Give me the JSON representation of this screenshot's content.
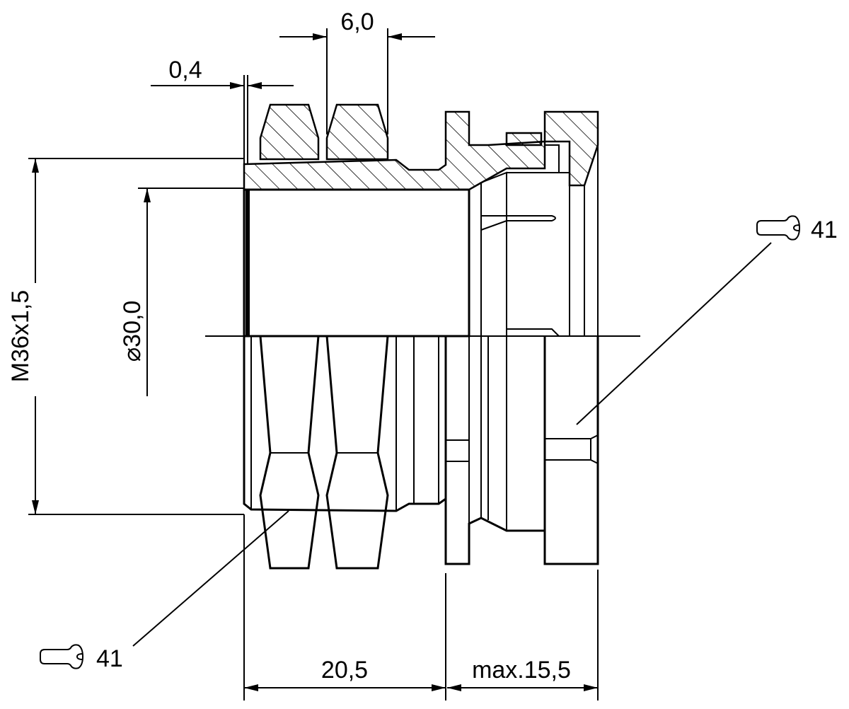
{
  "dimensions": {
    "pitch": "6,0",
    "gap": "0,4",
    "thread": "M36x1,5",
    "bore": "30,0",
    "bore_symbol": "⌀",
    "length": "20,5",
    "length_max": "max.15,5"
  },
  "callouts": {
    "wrench_top": "41",
    "wrench_bottom": "41",
    "icon": "wrench-icon"
  }
}
